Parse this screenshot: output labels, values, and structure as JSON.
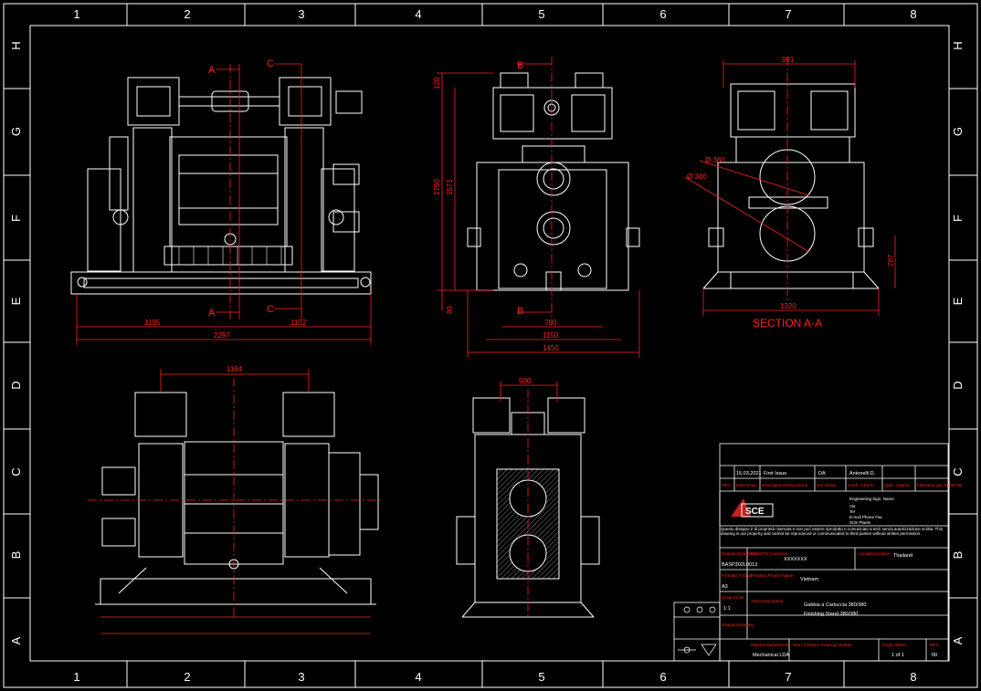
{
  "frame": {
    "columns": [
      "1",
      "2",
      "3",
      "4",
      "5",
      "6",
      "7",
      "8"
    ],
    "rows": [
      "H",
      "G",
      "F",
      "E",
      "D",
      "C",
      "B",
      "A"
    ]
  },
  "views": {
    "front": {
      "sections": [
        "A",
        "A",
        "C",
        "C"
      ],
      "dims": [
        "1195",
        "1102",
        "2297"
      ]
    },
    "side": {
      "sections": [
        "B",
        "B"
      ],
      "dims_v": [
        "120",
        "1750",
        "1571",
        "90"
      ],
      "dims_h": [
        "790",
        "1150",
        "1450"
      ]
    },
    "section_aa": {
      "title": "SECTION A-A",
      "dims": [
        "981",
        "1320",
        "707"
      ],
      "diameters": [
        "Ø 380",
        "Ø 380"
      ]
    },
    "plan": {
      "dims": [
        "1164"
      ]
    },
    "rear": {
      "dims": [
        "500"
      ]
    }
  },
  "title_block": {
    "rev_row": {
      "date": "15.03.2021",
      "desc": "First Issue",
      "draw": "DA",
      "appr": "Antonelli D."
    },
    "headers": [
      "REV",
      "Date-Data",
      "Description/Descrizione",
      "Dis.-Draw",
      "Contr.-Check",
      "Appr.-Approv",
      "Filename per Sheet file"
    ],
    "company_lines": [
      "Engineering Sign. Name",
      "Via",
      "Tel",
      "E-mail Phone Fax",
      "SCE Plants"
    ],
    "notice": "Questo disegno è di proprietà riservata e non può essere riprodotto o comunicato a terzi senza autorizzazione scritta. This drawing is our property and cannot be reproduced or communicated to third parties without written permission.",
    "fields": {
      "drawing_no_label": "Disegno Drw. Num.",
      "drawing_no": "BASP302L0013",
      "client_label": "CLIENTE Customer",
      "client": "XXXXXXX",
      "location_label": "Località Location",
      "location": "Thailand",
      "format_label": "Formato Format",
      "format": "A3",
      "project_label": "Progetto Project Name",
      "project": "Vietnam",
      "scale_label": "Scala Scale",
      "scale": "1:1",
      "title_label": "Titolo Description",
      "title_it": "Gabbia a Cartuccia 380/380",
      "title_en": "Finishing Stand 380/380",
      "material_label": "Disegno Drawing",
      "dept_label": "Reparto Department",
      "dept": "Mechanical LDA",
      "num_label": "Num. Disegno Drawing Number",
      "sheet_label": "Foglio Sheet",
      "sheet": "1 of 1",
      "rev_label": "REV.",
      "rev": "00"
    }
  },
  "colors": {
    "line": "#ffffff",
    "dim": "#ff2020",
    "bg": "#000000"
  }
}
